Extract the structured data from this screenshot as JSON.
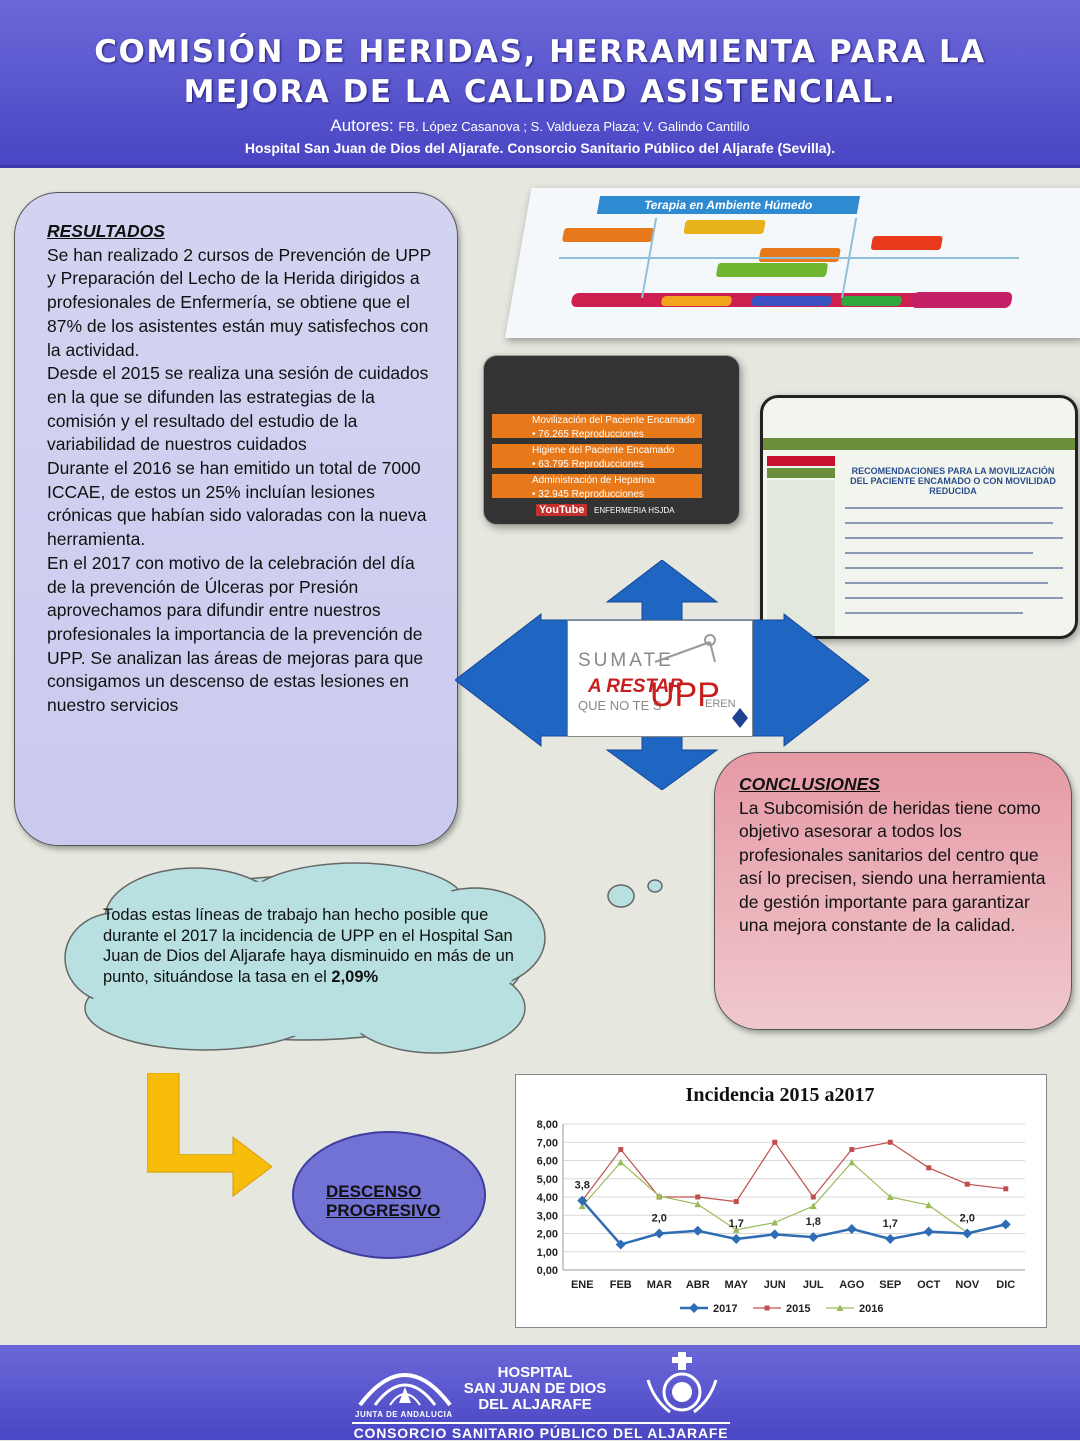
{
  "header": {
    "title_line1": "COMISIÓN DE HERIDAS, HERRAMIENTA PARA LA",
    "title_line2": "MEJORA DE LA CALIDAD ASISTENCIAL.",
    "authors_label": "Autores:",
    "authors": "FB. López Casanova ; S. Valdueza Plaza; V. Galindo Cantillo",
    "hospital": "Hospital San Juan de Dios del Aljarafe. Consorcio Sanitario Público del Aljarafe (Sevilla)."
  },
  "resultados": {
    "title": "RESULTADOS",
    "paragraphs": [
      "Se han realizado 2 cursos de Prevención de UPP y Preparación del Lecho de la Herida dirigidos a profesionales de Enfermería, se obtiene que el 87% de los asistentes están muy satisfechos con la actividad.",
      "Desde el 2015 se realiza una sesión de cuidados en la que se difunden las estrategias de la comisión y el resultado del estudio de la variabilidad de nuestros cuidados",
      "Durante el 2016 se han emitido un total de 7000 ICCAE, de estos un 25% incluían lesiones crónicas que habían sido valoradas con la nueva herramienta.",
      "En el 2017 con motivo de la celebración del día de la prevención de Úlceras por Presión aprovechamos para difundir entre nuestros profesionales  la importancia de la prevención de UPP. Se analizan las áreas de mejoras para que consigamos un descenso de estas lesiones en nuestro servicios"
    ]
  },
  "conclusiones": {
    "title": "CONCLUSIONES",
    "text": "La Subcomisión de heridas tiene como objetivo asesorar a todos los profesionales sanitarios del centro que así lo precisen,  siendo una herramienta de gestión importante para garantizar una mejora constante de la calidad."
  },
  "images": {
    "terapia_banner": "Terapia en Ambiente Húmedo",
    "video_rows": [
      {
        "title": "Movilización del Paciente Encamado",
        "sub": "• 76.265 Reproducciones"
      },
      {
        "title": "Higiene del Paciente Encamado",
        "sub": "• 63.795 Reproducciones"
      },
      {
        "title": "Administración de Heparina",
        "sub": "• 32.945 Reproducciones"
      }
    ],
    "video_brand": "YouTube",
    "video_channel": "ENFERMERIA HSJDA",
    "web_heading": "RECOMENDACIONES PARA LA MOVILIZACIÓN DEL PACIENTE ENCAMADO O CON MOVILIDAD REDUCIDA"
  },
  "logo": {
    "line1": "SUMATE",
    "line2": "A RESTAR",
    "line3": "QUE NO TE S",
    "upp": "UPP",
    "suffix": "EREN"
  },
  "cloud": {
    "text": "Todas estas líneas de trabajo han hecho posible que durante el 2017 la incidencia de UPP en el Hospital San Juan de Dios del Aljarafe haya disminuido en más de un punto, situándose la tasa   en el ",
    "rate": "2,09%"
  },
  "descenso": {
    "line1": "DESCENSO",
    "line2": "PROGRESIVO"
  },
  "chart_data": {
    "type": "line",
    "title": "Incidencia 2015 a2017",
    "categories": [
      "ENE",
      "FEB",
      "MAR",
      "ABR",
      "MAY",
      "JUN",
      "JUL",
      "AGO",
      "SEP",
      "OCT",
      "NOV",
      "DIC"
    ],
    "ylim": [
      0,
      8
    ],
    "yticks": [
      "0,00",
      "1,00",
      "2,00",
      "3,00",
      "4,00",
      "5,00",
      "6,00",
      "7,00",
      "8,00"
    ],
    "grid": true,
    "legend_position": "bottom",
    "series": [
      {
        "name": "2017",
        "color": "#2e6db4",
        "marker": "diamond",
        "values": [
          3.8,
          1.4,
          2.0,
          2.15,
          1.7,
          1.95,
          1.8,
          2.25,
          1.7,
          2.1,
          2.0,
          2.5
        ]
      },
      {
        "name": "2015",
        "color": "#c0504d",
        "marker": "square",
        "values": [
          3.8,
          6.6,
          4.0,
          4.0,
          3.75,
          7.0,
          4.0,
          6.6,
          7.0,
          5.6,
          4.7,
          4.45
        ]
      },
      {
        "name": "2016",
        "color": "#9bbb59",
        "marker": "triangle",
        "values": [
          3.5,
          5.9,
          4.05,
          3.6,
          2.2,
          2.6,
          3.5,
          5.9,
          4.0,
          3.55,
          2.05,
          2.5
        ]
      }
    ],
    "data_labels": [
      {
        "index": 0,
        "text": "3,8"
      },
      {
        "index": 2,
        "text": "2,0"
      },
      {
        "index": 4,
        "text": "1,7"
      },
      {
        "index": 6,
        "text": "1,8"
      },
      {
        "index": 8,
        "text": "1,7"
      },
      {
        "index": 10,
        "text": "2,0"
      }
    ]
  },
  "footer": {
    "junta": "JUNTA DE ANDALUCIA",
    "hospital_line1": "HOSPITAL",
    "hospital_line2": "SAN JUAN DE DIOS",
    "hospital_line3": "DEL ALJARAFE",
    "consorcio": "CONSORCIO SANITARIO PÚBLICO DEL ALJARAFE"
  },
  "colors": {
    "header": "#5b57d1",
    "resultados_bg": "#d0d0f0",
    "conclusiones_bg": "#eab3ba",
    "cloud_bg": "#b8e0e0",
    "arrow_blue": "#1f66c2",
    "arrow_yellow": "#f8bc0a",
    "descenso_bg": "#7272d4"
  }
}
